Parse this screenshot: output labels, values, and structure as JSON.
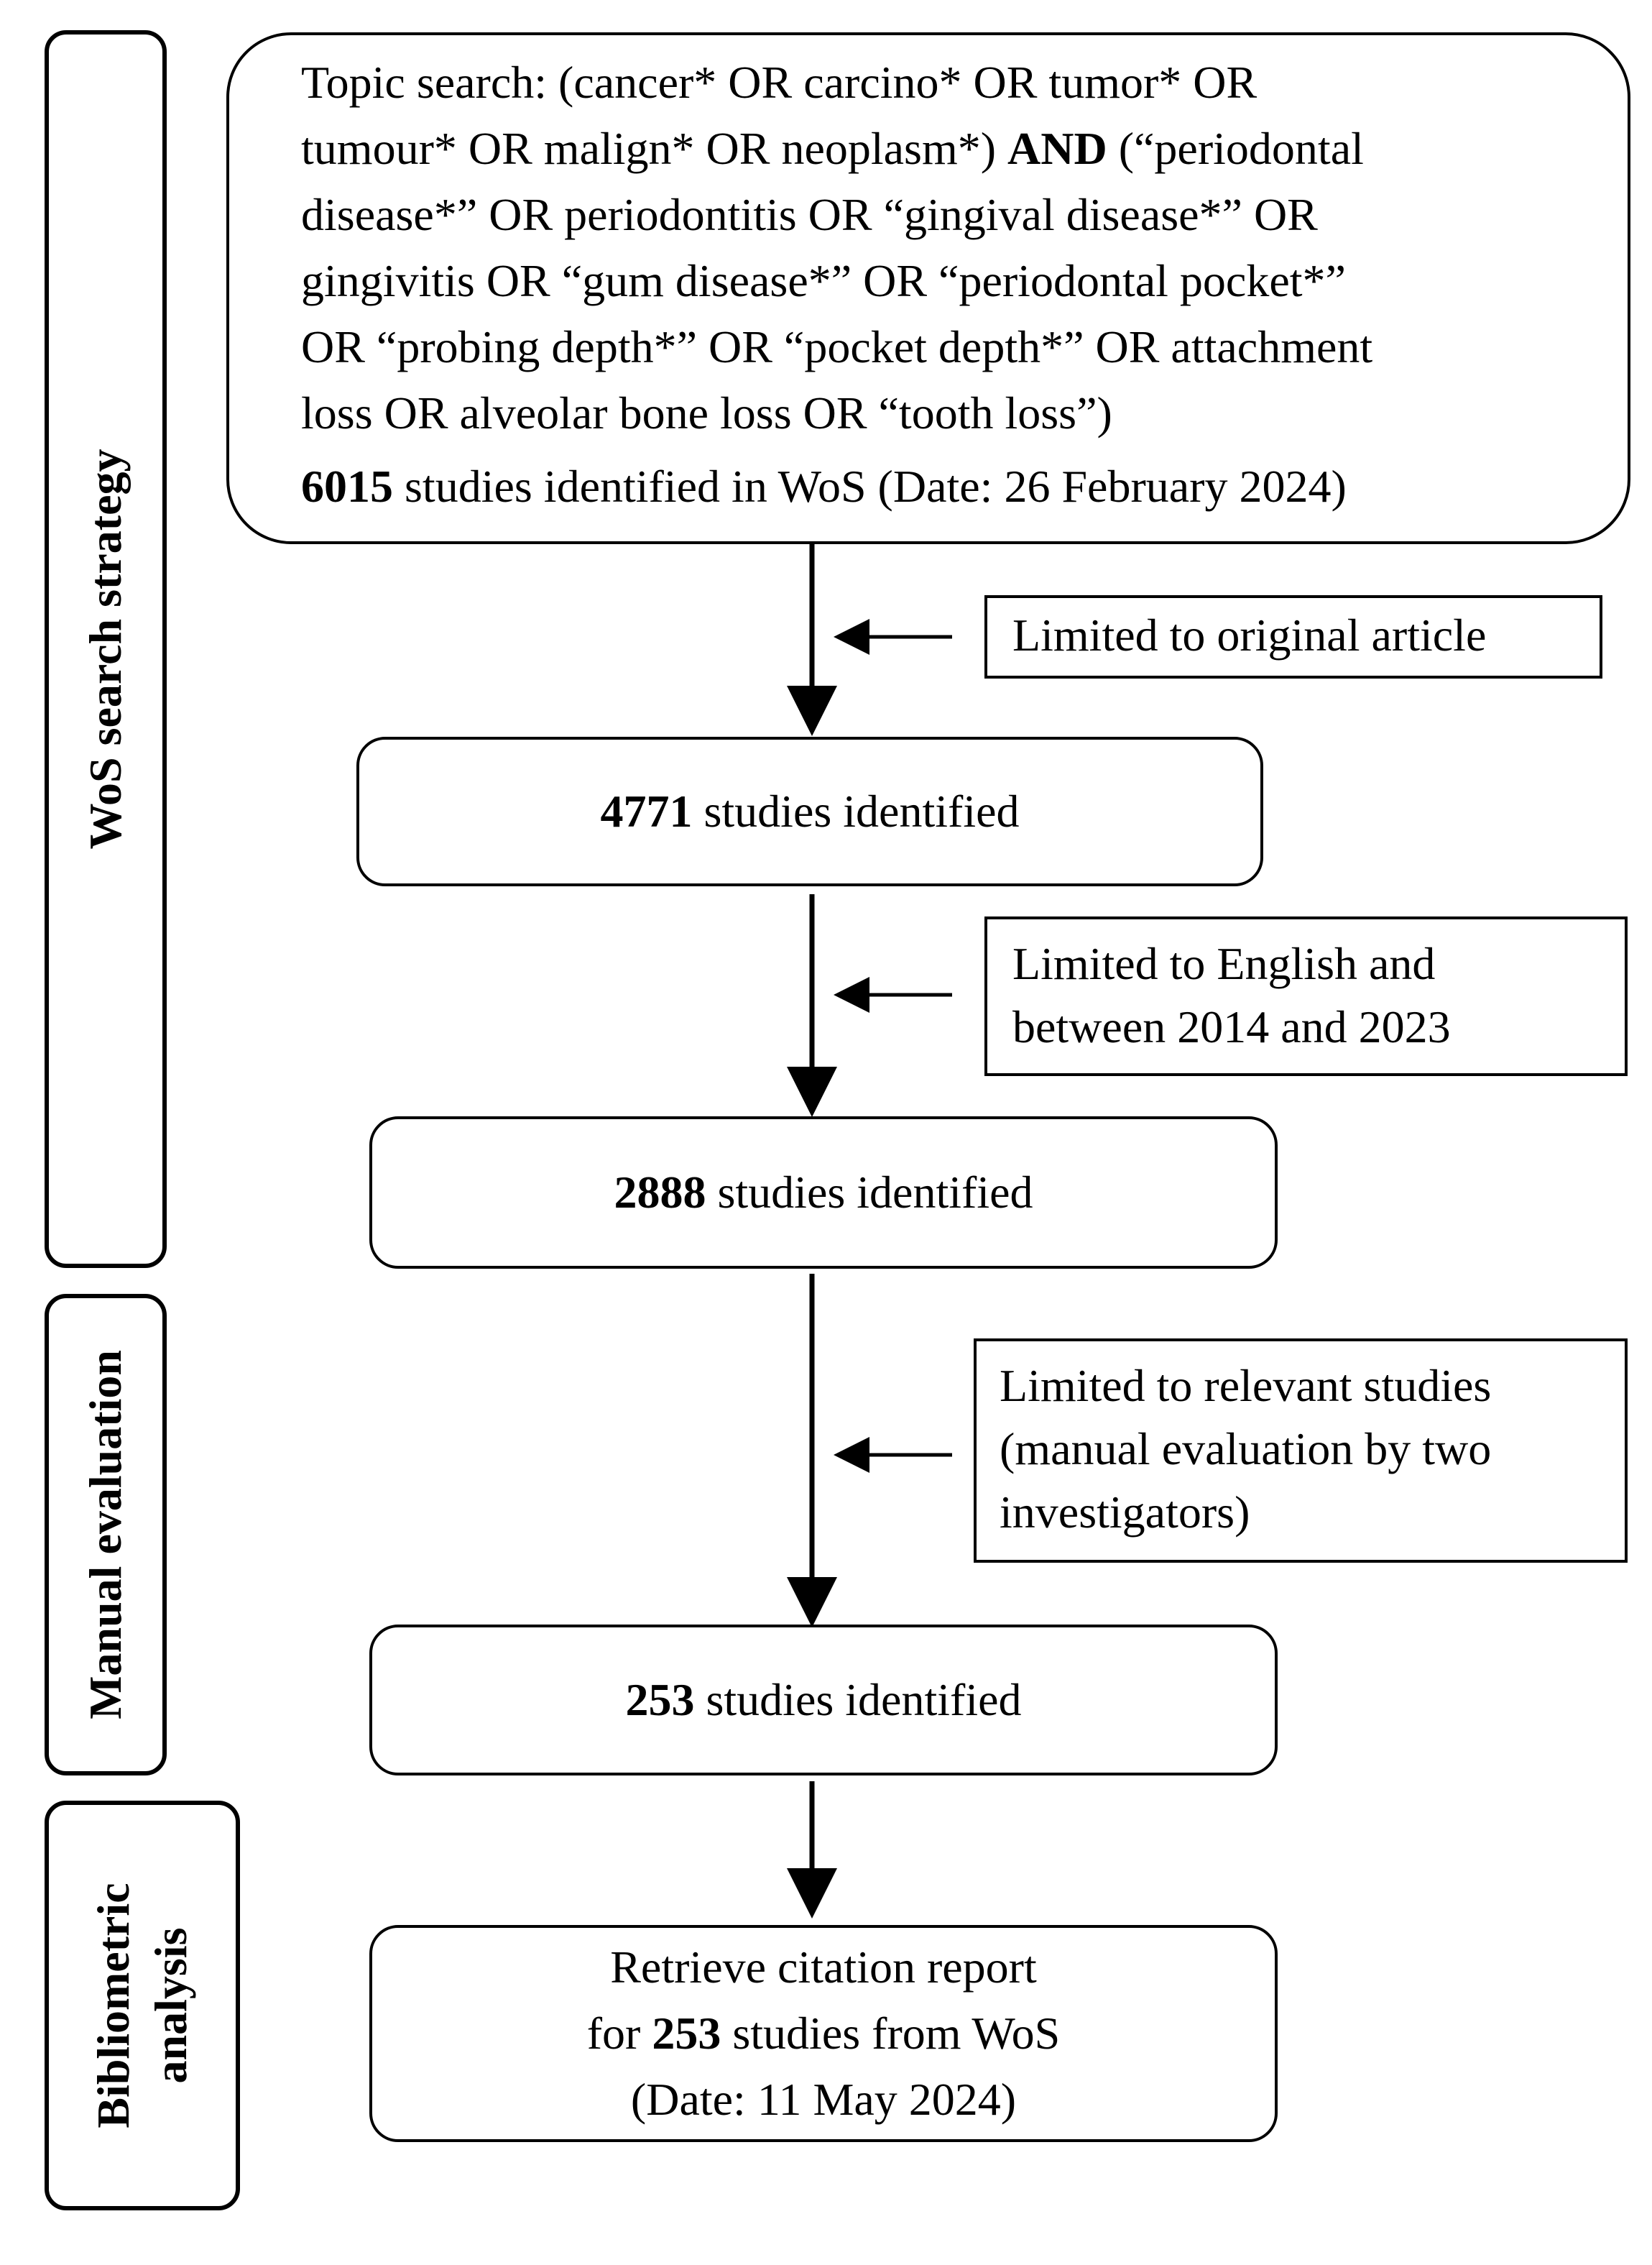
{
  "sections": {
    "search": "WoS search strategy",
    "manual": "Manual evaluation",
    "biblio_line1": "Bibliometric",
    "biblio_line2": "analysis"
  },
  "query": {
    "l1": "Topic search: (cancer* OR carcino* OR tumor* OR",
    "l2a": "tumour* OR malign* OR neoplasm*)",
    "l2b": "AND",
    "l2c": "(“periodontal",
    "l3": "disease*” OR periodontitis OR “gingival disease*” OR",
    "l4": "gingivitis OR “gum disease*” OR “periodontal pocket*”",
    "l5": "OR “probing depth*” OR “pocket depth*” OR attachment",
    "l6": "loss OR alveolar bone loss OR “tooth loss”)",
    "count": "6015",
    "result": "studies identified in WoS (Date: 26 February 2024)"
  },
  "step1": {
    "filter": "Limited to original article",
    "count": "4771",
    "label": "studies identified"
  },
  "step2": {
    "filter_l1": "Limited to English and",
    "filter_l2": "between 2014 and 2023",
    "count": "2888",
    "label": "studies identified"
  },
  "step3": {
    "filter_l1": "Limited to relevant studies",
    "filter_l2": "(manual evaluation by two",
    "filter_l3": "investigators)",
    "count": "253",
    "label": "studies identified"
  },
  "final": {
    "l1": "Retrieve citation report",
    "l2a": "for",
    "l2count": "253",
    "l2b": "studies from WoS",
    "l3": "(Date: 11 May 2024)"
  }
}
